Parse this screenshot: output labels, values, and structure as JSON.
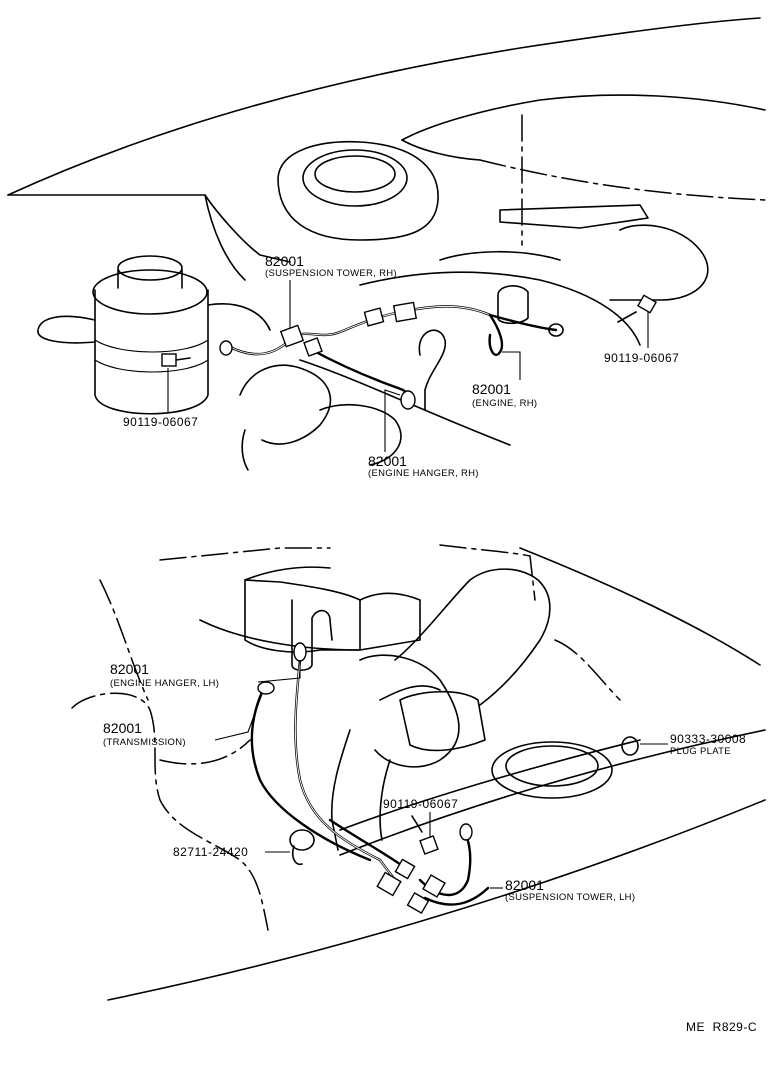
{
  "top": {
    "callouts": [
      {
        "part": "82001",
        "desc": "(SUSPENSION TOWER, RH)"
      },
      {
        "part": "82001",
        "desc": "(ENGINE, RH)"
      },
      {
        "part": "82001",
        "desc": "(ENGINE HANGER, RH)"
      },
      {
        "part": "90119-06067",
        "desc": ""
      },
      {
        "part": "90119-06067",
        "desc": ""
      }
    ]
  },
  "bottom": {
    "callouts": [
      {
        "part": "82001",
        "desc": "(ENGINE HANGER, LH)"
      },
      {
        "part": "82001",
        "desc": "(TRANSMISSION)"
      },
      {
        "part": "90333-30008",
        "desc": "PLUG PLATE"
      },
      {
        "part": "90119-06067",
        "desc": ""
      },
      {
        "part": "82711-24420",
        "desc": ""
      },
      {
        "part": "82001",
        "desc": "(SUSPENSION TOWER, LH)"
      }
    ]
  },
  "figure_code": "ME  R829-C"
}
